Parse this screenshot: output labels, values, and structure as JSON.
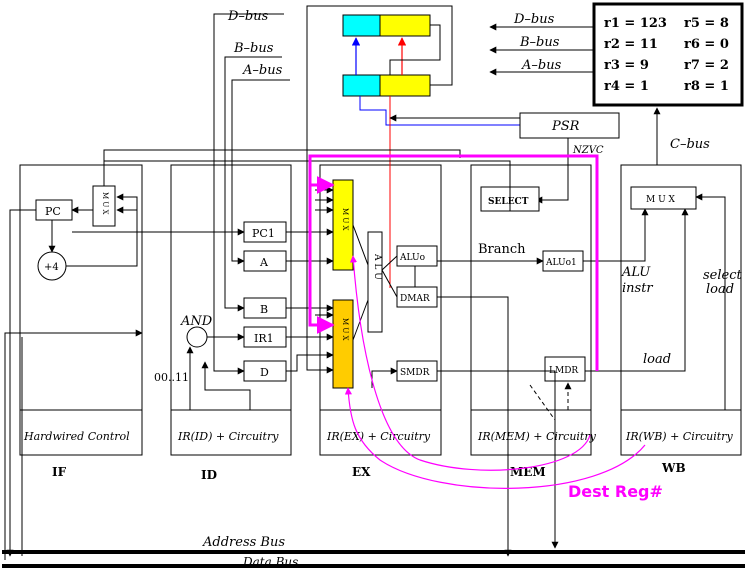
{
  "registers": [
    {
      "label": "r1 = 123"
    },
    {
      "label": "r2 = 11"
    },
    {
      "label": "r3 = 9"
    },
    {
      "label": "r4 = 1"
    },
    {
      "label": "r5 = 8"
    },
    {
      "label": "r6 = 0"
    },
    {
      "label": "r7 = 2"
    },
    {
      "label": "r8 = 1"
    }
  ],
  "buses": {
    "d_bus_top": "D–bus",
    "b_bus_top": "B–bus",
    "a_bus_top": "A–bus",
    "d_bus_right": "D–bus",
    "b_bus_right": "B–bus",
    "a_bus_right": "A–bus",
    "c_bus": "C–bus",
    "address_bus": "Address Bus",
    "data_bus": "Data Bus"
  },
  "boxes": {
    "psr": "PSR",
    "nzvc": "NZVC",
    "pc": "PC",
    "mux": "M U X",
    "plus4": "+4",
    "pc1": "PC1",
    "a": "A",
    "b": "B",
    "ir1": "IR1",
    "d": "D",
    "and": "AND",
    "const": "00..11",
    "ex_mux": "M U X",
    "alu": "A L U",
    "aluo": "ALUo",
    "dmar": "DMAR",
    "smdr": "SMDR",
    "select": "SELECT",
    "branch": "Branch",
    "aluo1": "ALUo1",
    "lmdr": "LMDR",
    "wb_mux": "M U X",
    "alu_instr_1": "ALU",
    "alu_instr_2": "instr",
    "select_load_1": "select",
    "select_load_2": "load",
    "load": "load",
    "dest_reg": "Dest Reg#"
  },
  "stages": {
    "if_ctrl": "Hardwired Control",
    "id_ctrl": "IR(ID) + Circuitry",
    "ex_ctrl": "IR(EX) + Circuitry",
    "mem_ctrl": "IR(MEM) + Circuitry",
    "wb_ctrl": "IR(WB) + Circuitry",
    "if": "IF",
    "id": "ID",
    "ex": "EX",
    "mem": "MEM",
    "wb": "WB"
  },
  "colors": {
    "cyan": "#00ffff",
    "yellow": "#ffff00",
    "orange": "#ffcc00",
    "magenta": "#ff00ff",
    "blue": "#0000ff",
    "red": "#ff0000"
  }
}
